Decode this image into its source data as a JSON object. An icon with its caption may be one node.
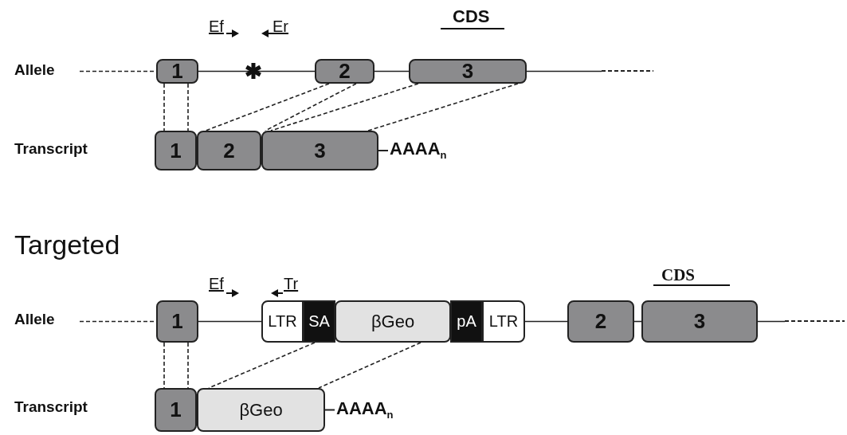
{
  "diagram": {
    "nodes": [
      {
        "text": [
          "1"
        ]
      },
      {
        "text": [
          "2"
        ]
      },
      {
        "text": [
          "3"
        ]
      },
      {
        "text": [
          "1"
        ]
      },
      {
        "text": [
          "2"
        ]
      },
      {
        "text": [
          "3"
        ],
        "beside": [
          "AAAA$_{n}$"
        ]
      },
      {
        "text": [
          "1"
        ]
      },
      {
        "text": [
          "LTR"
        ]
      },
      {
        "text": [
          "SA"
        ]
      },
      {
        "text": [
          "βGeo"
        ]
      },
      {
        "text": [
          "pA"
        ]
      },
      {
        "text": [
          "LTR"
        ]
      },
      {
        "text": [
          "2"
        ]
      },
      {
        "text": [
          "3"
        ]
      },
      {
        "text": [
          "1"
        ]
      },
      {
        "text": [
          "βGeo"
        ],
        "beside": [
          "AAAA$_{n}$"
        ]
      }
    ],
    "edges": [
      {
        "from": 0,
        "to": 3,
        "arrow": "none",
        "style": "dashed"
      },
      {
        "from": 0,
        "to": 3,
        "arrow": "none",
        "style": "dashed"
      },
      {
        "from": 1,
        "to": 4,
        "arrow": "none",
        "style": "dashed"
      },
      {
        "from": 1,
        "to": 4,
        "arrow": "none",
        "style": "dashed"
      },
      {
        "from": 2,
        "to": 5,
        "arrow": "none",
        "style": "dashed"
      },
      {
        "from": 2,
        "to": 5,
        "arrow": "none",
        "style": "dashed"
      },
      {
        "from": 6,
        "to": 14,
        "arrow": "none",
        "style": "dashed"
      },
      {
        "from": 6,
        "to": 14,
        "arrow": "none",
        "style": "dashed"
      },
      {
        "from": 8,
        "to": 15,
        "arrow": "none",
        "style": "dashed"
      },
      {
        "from": 9,
        "to": 15,
        "arrow": "none",
        "style": "dashed"
      },
      {
        "from": null,
        "to": 0,
        "arrow": "none",
        "style": "dashed"
      },
      {
        "from": 0,
        "to": 1,
        "arrow": "none"
      },
      {
        "from": 1,
        "to": 2,
        "arrow": "none"
      },
      {
        "from": 2,
        "to": null,
        "arrow": "none"
      },
      {
        "from": null,
        "to": 6,
        "arrow": "none",
        "style": "dashed"
      },
      {
        "from": 6,
        "to": 7,
        "arrow": "none"
      },
      {
        "from": 11,
        "to": 12,
        "arrow": "none"
      },
      {
        "from": 12,
        "to": 13,
        "arrow": "none"
      },
      {
        "from": 13,
        "to": null,
        "arrow": "none"
      }
    ],
    "labels": [
      "Ef",
      "Er",
      "CDS",
      "Allele",
      "Transcript",
      "Targeted",
      "Ef",
      "Tr",
      "CDS",
      "Allele",
      "Transcript"
    ]
  }
}
